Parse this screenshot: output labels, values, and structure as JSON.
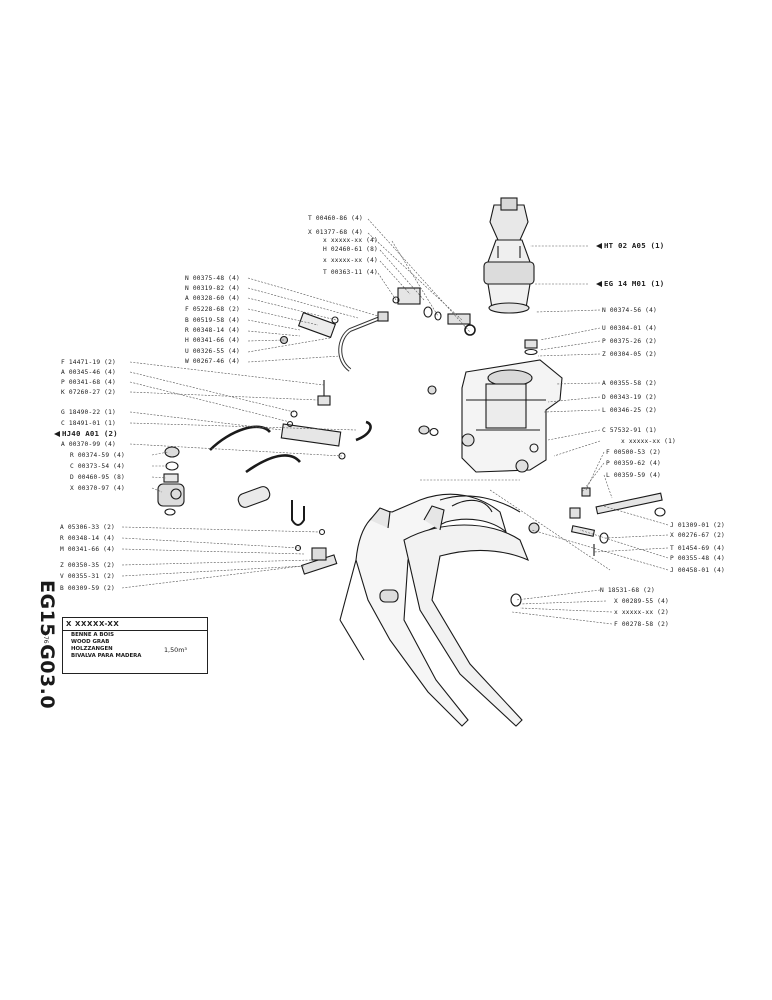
{
  "side_code": "EG15 G03.0",
  "title_block": {
    "code": "X XXXXX-XX",
    "names": [
      "BENNE A BOIS",
      "WOOD GRAB",
      "HOLZZANGEN",
      "BIVALVA PARA MADERA"
    ],
    "volume": "1,50m³",
    "revision": "3-76"
  },
  "labels_top": [
    "T 00460-86 (4)",
    "X 01377-68 (4)",
    "x xxxxx-xx (4)",
    "H 02460-61 (8)",
    "x xxxxx-xx (4)",
    "T 00363-11 (4)"
  ],
  "labels_left_upper": [
    "N 00375-48 (4)",
    "N 00319-82 (4)",
    "A 00328-60 (4)",
    "F 05228-68 (2)",
    "B 00519-58 (4)",
    "R 00348-14 (4)",
    "H 00341-66 (4)",
    "U 00326-55 (4)",
    "W 00267-46 (4)"
  ],
  "labels_left_mid": [
    "F 14471-19 (2)",
    "A 00345-46 (4)",
    "P 00341-68 (4)",
    "K 07260-27 (2)",
    "G 18490-22 (1)",
    "C 18491-01 (1)",
    "HJ40 A01 (2)",
    "A 00370-99 (4)",
    "R 00374-59 (4)",
    "C 00373-54 (4)",
    "D 00460-95 (8)",
    "X 00370-97 (4)"
  ],
  "labels_left_lower": [
    "A 05306-33 (2)",
    "R 00348-14 (4)",
    "M 00341-66 (4)",
    "Z 00350-35 (2)",
    "V 00355-31 (2)",
    "B 00309-59 (2)"
  ],
  "refs_right": [
    "HT 02 A05 (1)",
    "EG 14 M01 (1)"
  ],
  "labels_right": [
    "N 00374-56 (4)",
    "U 00304-01 (4)",
    "P 00375-26 (2)",
    "Z 00304-05 (2)",
    "A 00355-58 (2)",
    "D 00343-19 (2)",
    "L 00346-25 (2)",
    "C 57532-91 (1)",
    "x xxxxx-xx (1)",
    "F 00500-53 (2)",
    "P 00359-62 (4)",
    "L 00359-59 (4)",
    "J 01309-01 (2)",
    "X 00276-67 (2)",
    "T 01454-69 (4)",
    "P 00355-48 (4)",
    "J 00458-01 (4)",
    "N 18531-68 (2)",
    "X 00289-55 (4)",
    "x xxxxx-xx (2)",
    "F 00278-58 (2)"
  ]
}
